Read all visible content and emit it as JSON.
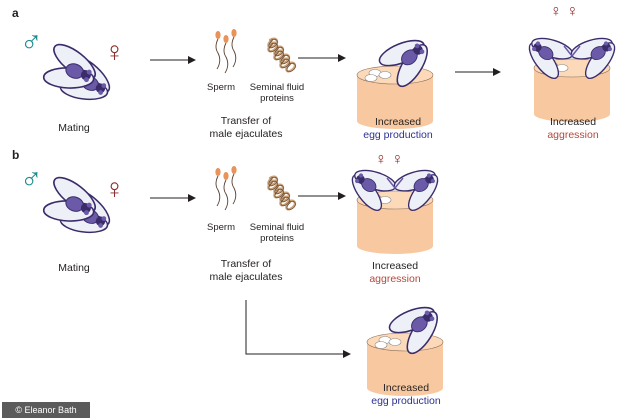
{
  "panels": [
    {
      "label": "a",
      "male_symbol": "♂",
      "female_symbol": "♀",
      "mating_label": "Mating",
      "sperm_label": "Sperm",
      "seminal_label_1": "Seminal fluid",
      "seminal_label_2": "proteins",
      "transfer_label_1": "Transfer of",
      "transfer_label_2": "male ejaculates",
      "egg_line_1": "Increased",
      "egg_line_2": "egg production",
      "aggression_line_1": "Increased",
      "aggression_line_2": "aggression"
    },
    {
      "label": "b",
      "male_symbol": "♂",
      "female_symbol": "♀",
      "mating_label": "Mating",
      "sperm_label": "Sperm",
      "seminal_label_1": "Seminal fluid",
      "seminal_label_2": "proteins",
      "transfer_label_1": "Transfer of",
      "transfer_label_2": "male ejaculates",
      "aggression_line_1": "Increased",
      "aggression_line_2": "aggression",
      "egg_line_1": "Increased",
      "egg_line_2": "egg production"
    }
  ],
  "credit": "© Eleanor Bath",
  "colors": {
    "male": "#1b8a8f",
    "female": "#8b2b2b",
    "fly_body": "#6b5aa8",
    "fly_dark": "#3a2c6a",
    "wing_fill": "#eef0f8",
    "wing_stroke": "#3a2c6a",
    "food": "#f8c9a0",
    "food_stroke": "#8a6a55",
    "sperm": "#e8935a",
    "protein": "#c9a27a",
    "egg_text": "#2e3192",
    "aggression_text": "#b5473c"
  }
}
